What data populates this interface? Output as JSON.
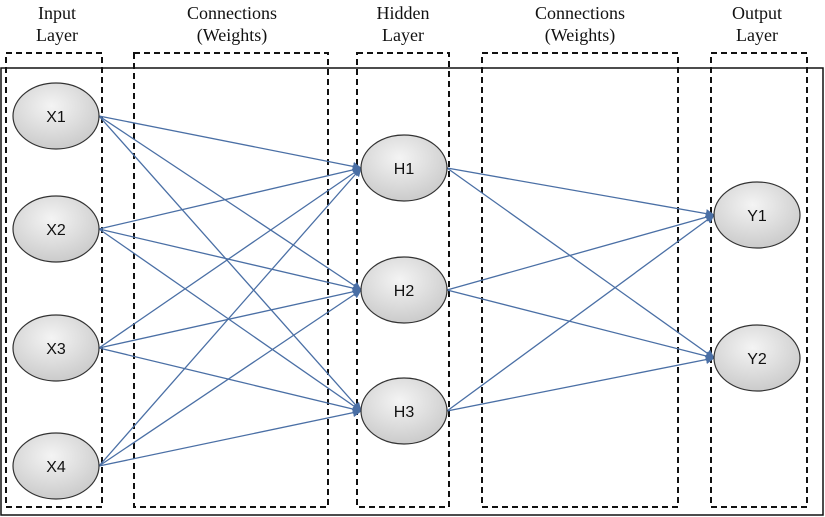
{
  "headers": [
    {
      "key": "input",
      "line1": "Input",
      "line2": "Layer"
    },
    {
      "key": "conn1",
      "line1": "Connections",
      "line2": "(Weights)"
    },
    {
      "key": "hidden",
      "line1": "Hidden",
      "line2": "Layer"
    },
    {
      "key": "conn2",
      "line1": "Connections",
      "line2": "(Weights)"
    },
    {
      "key": "output",
      "line1": "Output",
      "line2": "Layer"
    }
  ],
  "nodes": {
    "input": [
      "X1",
      "X2",
      "X3",
      "X4"
    ],
    "hidden": [
      "H1",
      "H2",
      "H3"
    ],
    "output": [
      "Y1",
      "Y2"
    ]
  },
  "colors": {
    "edge": "#4a6fa5",
    "node_fill_top": "#f4f4f4",
    "node_fill_bottom": "#c8c8c8",
    "node_stroke": "#333333",
    "box_stroke": "#111111"
  }
}
